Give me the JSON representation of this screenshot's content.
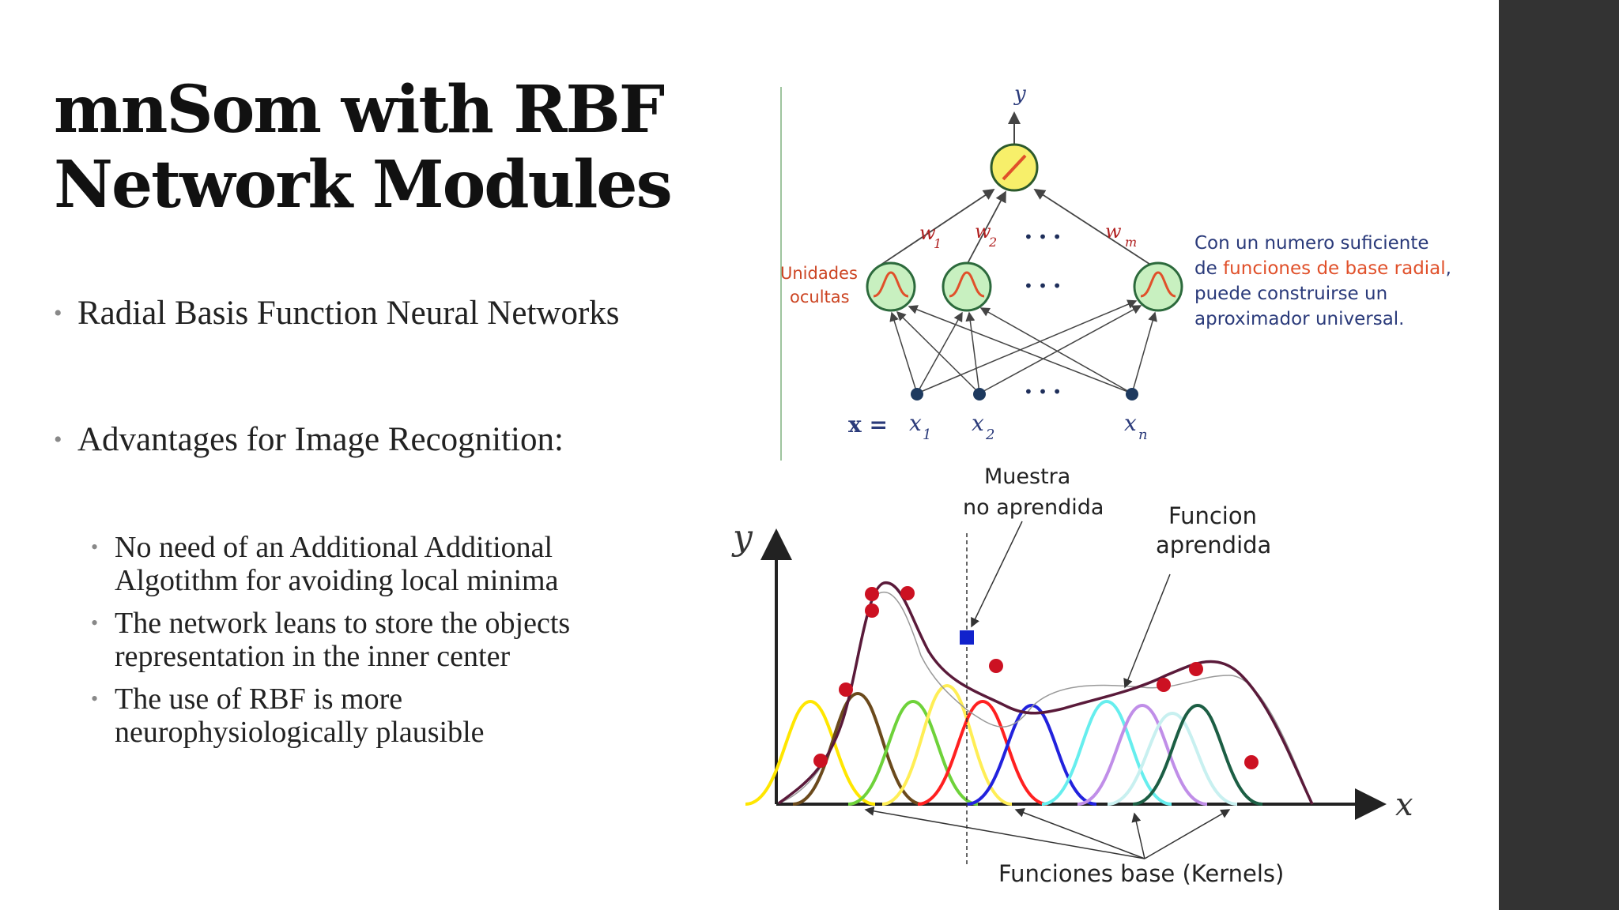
{
  "slide": {
    "title_lines": [
      "mnSom with RBF",
      "Network Modules"
    ],
    "bullets": [
      "Radial Basis Function Neural Networks",
      "Advantages for Image Recognition:"
    ],
    "sub_bullets": [
      [
        "No need of an Additional Additional",
        "Algotithm for avoiding local minima"
      ],
      [
        "The network leans to store the objects",
        "representation in the inner center"
      ],
      [
        "The use of RBF is more",
        "neurophysiologically plausible"
      ]
    ],
    "bullet_marker": "•"
  },
  "top_figure": {
    "output_label": "y",
    "weight_labels": [
      "w",
      "1",
      "w",
      "2",
      "w",
      "m"
    ],
    "ellipsis": "• • •",
    "hidden_label": [
      "Unidades",
      "ocultas"
    ],
    "input_prefix": "x =",
    "input_labels": [
      "x",
      "1",
      "x",
      "2",
      "x",
      "n"
    ],
    "note_line1": "Con un numero suficiente",
    "note_line2_a": "de ",
    "note_line2_b": "funciones de base radial",
    "note_line2_c": ",",
    "note_line3": "puede construirse un",
    "note_line4": "aproximador universal.",
    "colors": {
      "node_fill": "#f7ef6a",
      "node_stroke": "#2c5a2c",
      "arrow": "#444444",
      "input_node": "#1e3a5f",
      "accent_red": "#e0502a",
      "text_blue": "#2a3a7a"
    }
  },
  "bottom_figure": {
    "y_label": "y",
    "x_label": "x",
    "sample_label": [
      "Muestra",
      "no aprendida"
    ],
    "function_label": [
      "Funcion",
      "aprendida"
    ],
    "kernels_label": "Funciones base (Kernels)",
    "kernel_colors": [
      "#ffe600",
      "#6b4a1c",
      "#6ed23a",
      "#ffee55",
      "#ff2020",
      "#2222dd",
      "#66eeee",
      "#c08ee8",
      "#c8f0f0",
      "#1c5e44"
    ],
    "curve_color": "#5a1a3a",
    "point_color": "#cc1122",
    "sample_color": "#1122cc"
  }
}
